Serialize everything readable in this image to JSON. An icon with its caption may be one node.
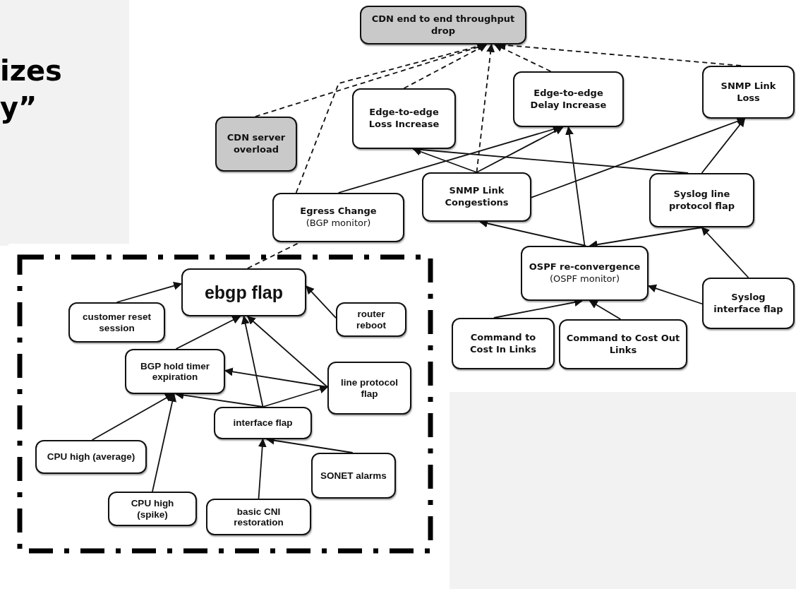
{
  "diagram": {
    "nodes": [
      {
        "text": [
          "CDN end to end throughput drop"
        ]
      },
      {
        "text": [
          "CDN server overload"
        ]
      },
      {
        "text": [
          "Edge-to-edge Loss Increase"
        ]
      },
      {
        "text": [
          "Edge-to-edge Delay Increase"
        ]
      },
      {
        "text": [
          "SNMP Link Loss"
        ]
      },
      {
        "text": [
          "Egress Change",
          "(BGP monitor)"
        ]
      },
      {
        "text": [
          "SNMP Link Congestions"
        ]
      },
      {
        "text": [
          "Syslog line protocol flap"
        ]
      },
      {
        "text": [
          "OSPF re-convergence",
          "(OSPF monitor)"
        ]
      },
      {
        "text": [
          "Command to Cost In Links"
        ]
      },
      {
        "text": [
          "Command to Cost Out Links"
        ]
      },
      {
        "text": [
          "Syslog interface flap"
        ]
      },
      {
        "text": [
          "ebgp flap"
        ]
      },
      {
        "text": [
          "customer reset session"
        ]
      },
      {
        "text": [
          "router reboot"
        ]
      },
      {
        "text": [
          "BGP hold timer expiration"
        ]
      },
      {
        "text": [
          "line protocol flap"
        ]
      },
      {
        "text": [
          "interface flap"
        ]
      },
      {
        "text": [
          "CPU high (average)"
        ]
      },
      {
        "text": [
          "SONET alarms"
        ]
      },
      {
        "text": [
          "CPU high (spike)"
        ]
      },
      {
        "text": [
          "basic CNI restoration"
        ]
      }
    ],
    "edges": [
      {
        "from": 1,
        "to": 0,
        "arrow": "to",
        "style": "dashed"
      },
      {
        "from": 2,
        "to": 0,
        "arrow": "to",
        "style": "dashed"
      },
      {
        "from": 5,
        "to": 0,
        "arrow": "to",
        "style": "dashed"
      },
      {
        "from": 6,
        "to": 0,
        "arrow": "to",
        "style": "dashed"
      },
      {
        "from": 3,
        "to": 0,
        "arrow": "to",
        "style": "dashed"
      },
      {
        "from": 4,
        "to": 0,
        "arrow": "to",
        "style": "dashed"
      },
      {
        "from": 12,
        "to": 5,
        "arrow": "none",
        "style": "dashed"
      },
      {
        "from": 6,
        "to": 2,
        "arrow": "to"
      },
      {
        "from": 7,
        "to": 2,
        "arrow": "to"
      },
      {
        "from": 6,
        "to": 3,
        "arrow": "to"
      },
      {
        "from": 5,
        "to": 3,
        "arrow": "to"
      },
      {
        "from": 8,
        "to": 3,
        "arrow": "to"
      },
      {
        "from": 6,
        "to": 4,
        "arrow": "to"
      },
      {
        "from": 7,
        "to": 4,
        "arrow": "to"
      },
      {
        "from": 8,
        "to": 6,
        "arrow": "to"
      },
      {
        "from": 7,
        "to": 8,
        "arrow": "to"
      },
      {
        "from": 11,
        "to": 7,
        "arrow": "to"
      },
      {
        "from": 11,
        "to": 8,
        "arrow": "to"
      },
      {
        "from": 9,
        "to": 8,
        "arrow": "to"
      },
      {
        "from": 10,
        "to": 8,
        "arrow": "to"
      },
      {
        "from": 13,
        "to": 12,
        "arrow": "to"
      },
      {
        "from": 14,
        "to": 12,
        "arrow": "to"
      },
      {
        "from": 15,
        "to": 12,
        "arrow": "to"
      },
      {
        "from": 17,
        "to": 12,
        "arrow": "to"
      },
      {
        "from": 16,
        "to": 12,
        "arrow": "to"
      },
      {
        "from": 16,
        "to": 15,
        "arrow": "to"
      },
      {
        "from": 17,
        "to": 15,
        "arrow": "to"
      },
      {
        "from": 17,
        "to": 16,
        "arrow": "to"
      },
      {
        "from": 18,
        "to": 15,
        "arrow": "to"
      },
      {
        "from": 20,
        "to": 15,
        "arrow": "to"
      },
      {
        "from": 21,
        "to": 17,
        "arrow": "to"
      },
      {
        "from": 19,
        "to": 17,
        "arrow": "to"
      }
    ],
    "labels": [
      "izes",
      "y”"
    ]
  }
}
